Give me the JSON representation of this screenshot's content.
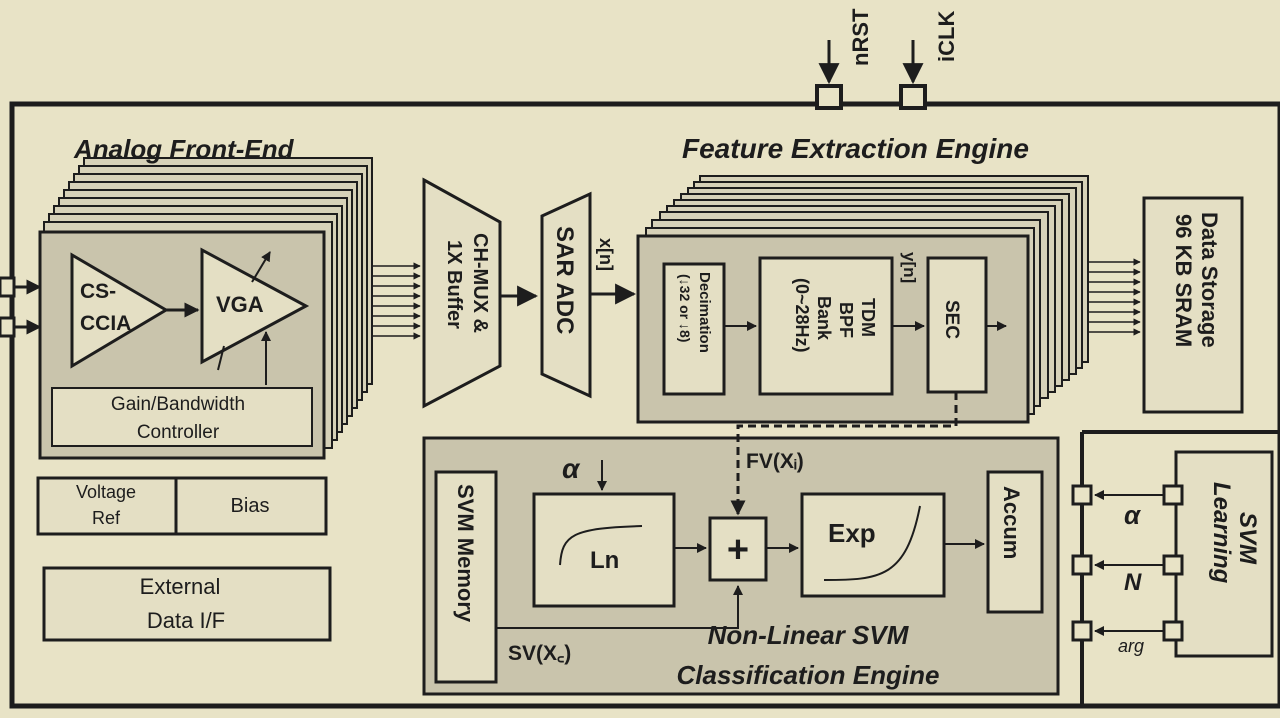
{
  "pins": {
    "nrst": "nRST",
    "iclk": "iCLK"
  },
  "analog_front_end": {
    "title": "Analog Front-End",
    "cs_ccia_line1": "CS-",
    "cs_ccia_line2": "CCIA",
    "vga": "VGA",
    "gain_bw_line1": "Gain/Bandwidth",
    "gain_bw_line2": "Controller"
  },
  "voltage_ref_line1": "Voltage",
  "voltage_ref_line2": "Ref",
  "bias": "Bias",
  "external_line1": "External",
  "external_line2": "Data I/F",
  "mux_line1": "CH-MUX &",
  "mux_line2": "1X Buffer",
  "adc": "SAR ADC",
  "xn": "x[n]",
  "feature_engine": {
    "title": "Feature Extraction Engine",
    "decimation_line1": "Decimation",
    "decimation_line2": "(↓32 or ↓8)",
    "bpf_line1": "TDM",
    "bpf_line2": "BPF",
    "bpf_line3": "Bank",
    "bpf_line4": "(0~28Hz)",
    "yn": "y[n]",
    "sec": "SEC"
  },
  "data_storage_line1": "Data Storage",
  "data_storage_line2": "96 KB SRAM",
  "svm_engine": {
    "title_line1": "Non-Linear SVM",
    "title_line2": "Classification Engine",
    "memory": "SVM Memory",
    "alpha": "α",
    "ln": "Ln",
    "plus": "+",
    "exp": "Exp",
    "accum": "Accum",
    "fv": "FV(Xᵢ)",
    "sv": "SV(X꜀)"
  },
  "svm_learning": {
    "title_line1": "SVM",
    "title_line2": "Learning",
    "alpha": "α",
    "n": "N",
    "arg": "arg"
  }
}
